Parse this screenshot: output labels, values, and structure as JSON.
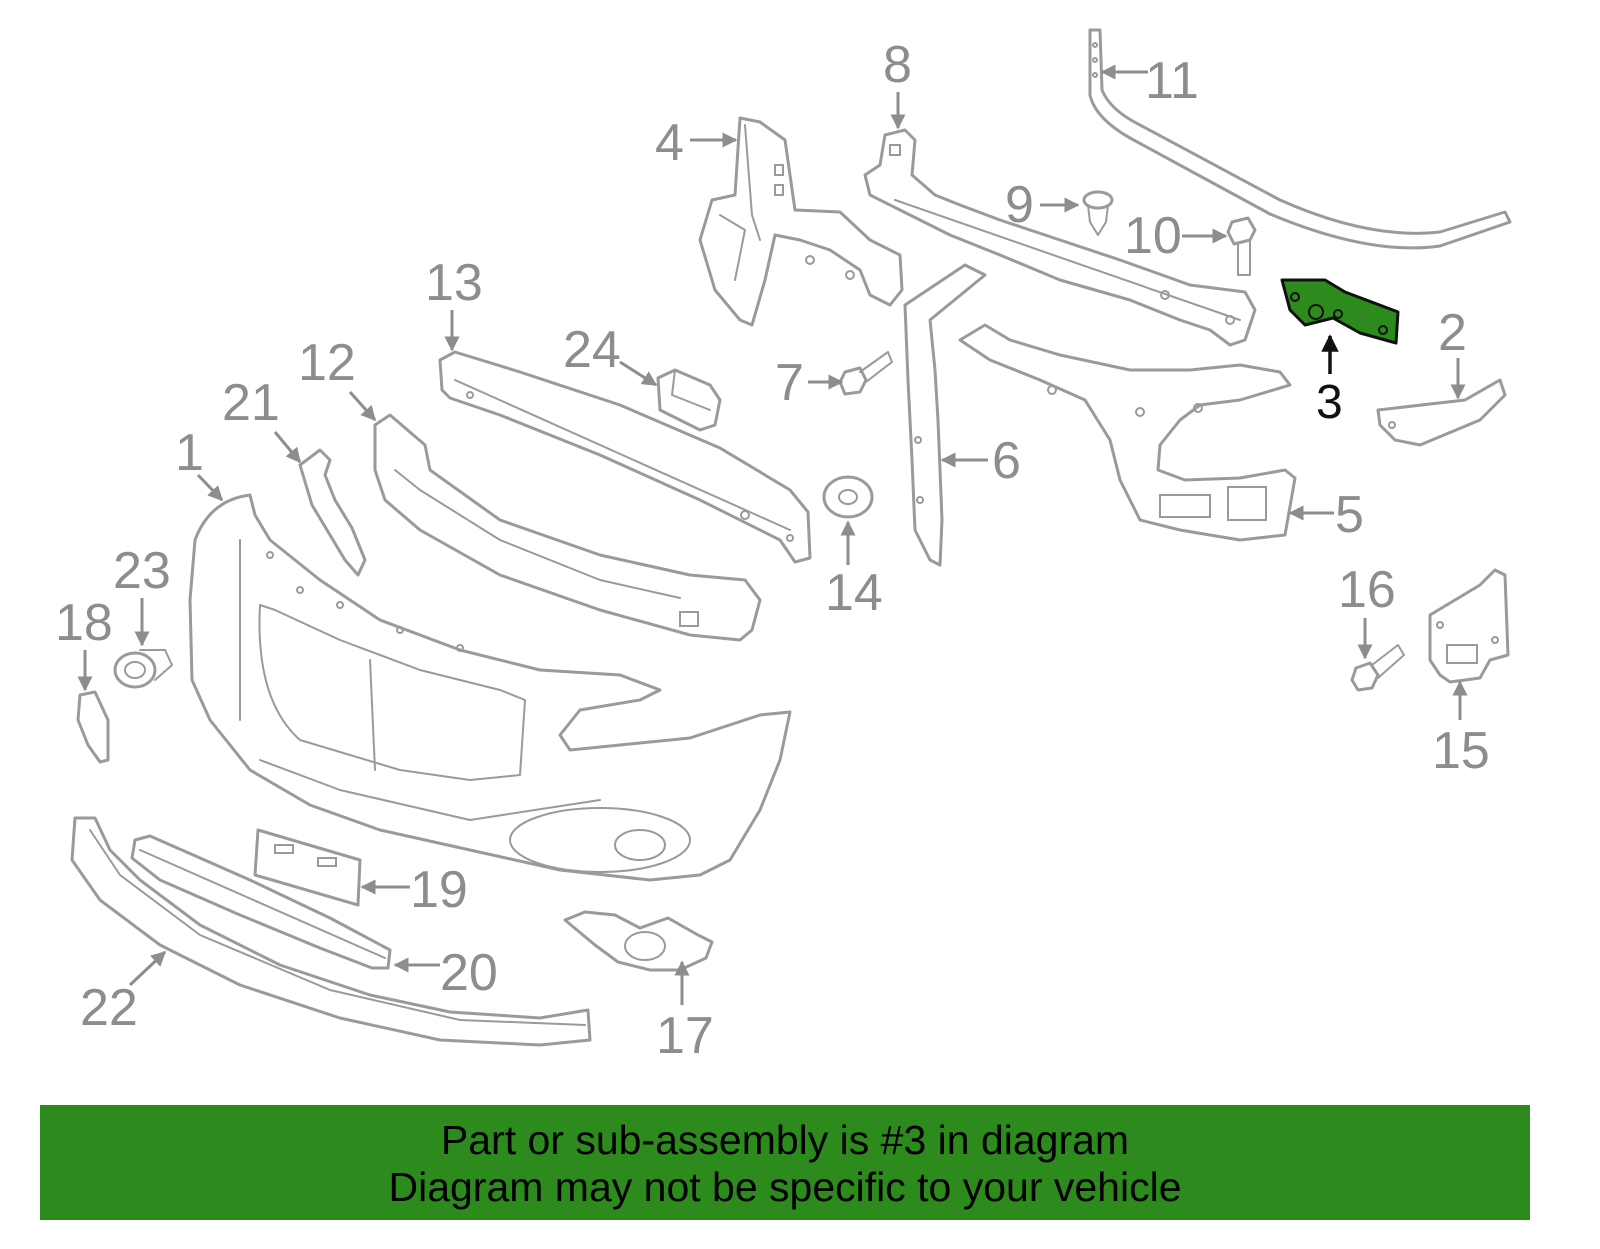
{
  "callouts": {
    "c1": "1",
    "c2": "2",
    "c3": "3",
    "c4": "4",
    "c5": "5",
    "c6": "6",
    "c7": "7",
    "c8": "8",
    "c9": "9",
    "c10": "10",
    "c11": "11",
    "c12": "12",
    "c13": "13",
    "c14": "14",
    "c15": "15",
    "c16": "16",
    "c17": "17",
    "c18": "18",
    "c19": "19",
    "c20": "20",
    "c21": "21",
    "c22": "22",
    "c23": "23",
    "c24": "24"
  },
  "highlighted_part": "3",
  "colors": {
    "highlight": "#2d8a1d",
    "line_art": "#9a9a9a",
    "callout_text": "#8d8d8d"
  },
  "banner": {
    "line1": "Part or sub-assembly is #3 in diagram",
    "line2": "Diagram may not be specific to your vehicle"
  }
}
